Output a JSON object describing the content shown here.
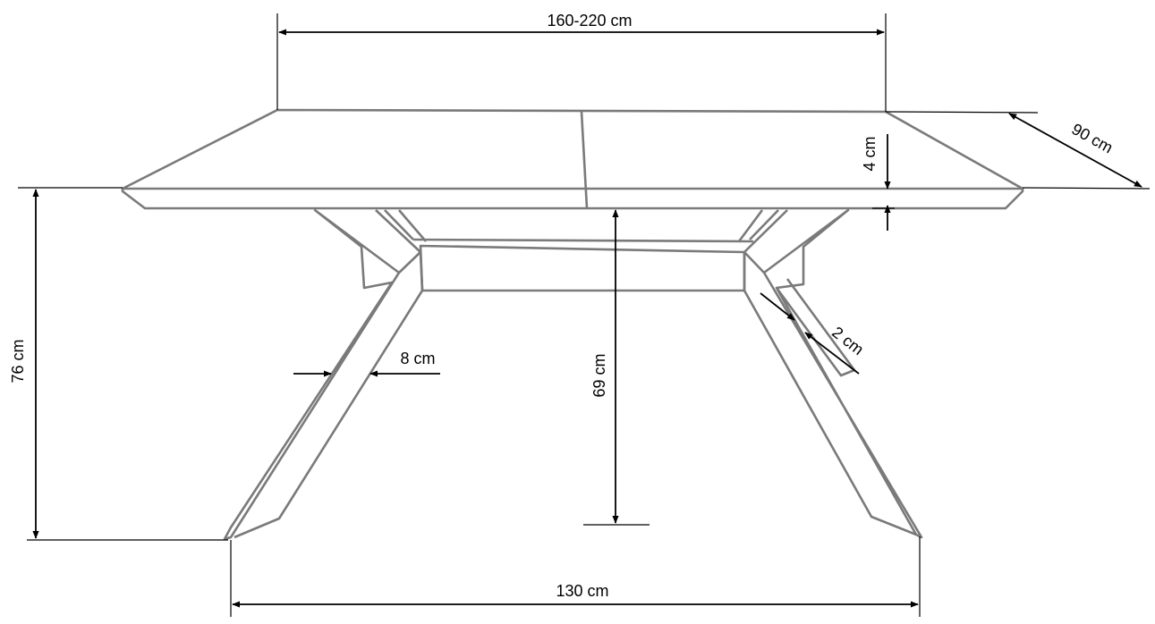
{
  "dimensions": {
    "length": "160-220 cm",
    "depth": "90 cm",
    "top_thickness": "4 cm",
    "height": "76 cm",
    "leg_width": "8 cm",
    "clearance": "69 cm",
    "leg_thickness": "2 cm",
    "leg_span": "130 cm"
  },
  "colors": {
    "outline": "#7a7a7a",
    "dimension": "#000000"
  }
}
